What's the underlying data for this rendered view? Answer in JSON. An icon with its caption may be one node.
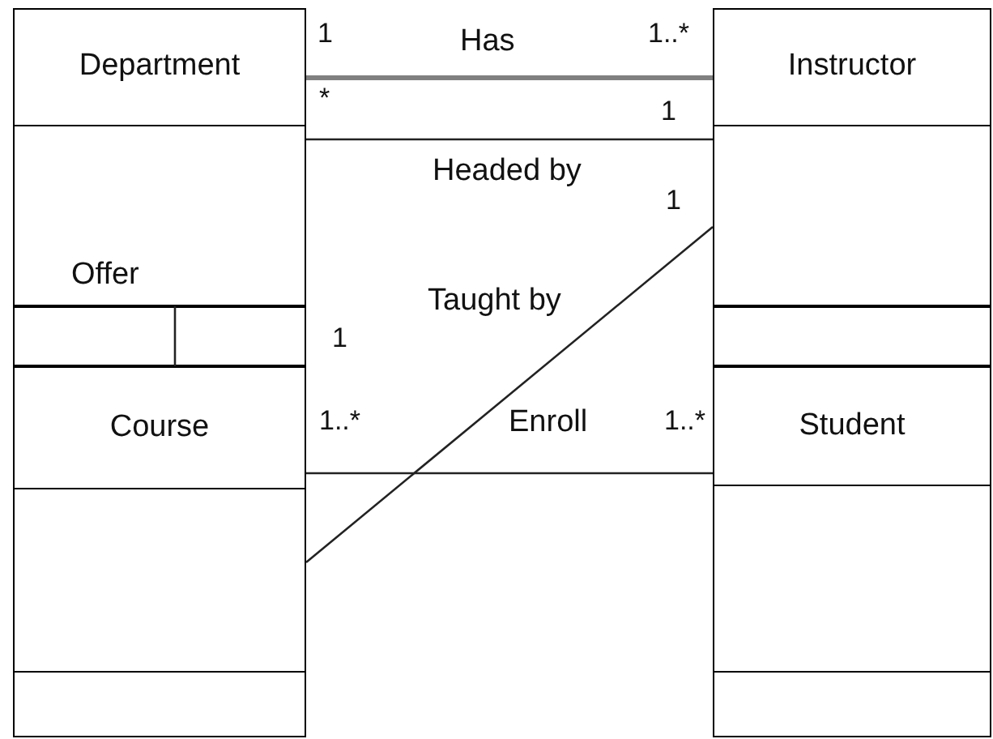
{
  "diagram": {
    "nodes": [
      {
        "text": [
          "Department"
        ]
      },
      {
        "text": [
          "Instructor"
        ]
      },
      {
        "text": [
          "Course"
        ]
      },
      {
        "text": [
          "Student"
        ]
      }
    ],
    "edges": [
      {
        "from": 0,
        "to": 1,
        "arrow": "none",
        "label": "Has",
        "style": "thick",
        "color": "#808080"
      },
      {
        "from": 0,
        "to": 1,
        "arrow": "none",
        "label": "Headed by"
      },
      {
        "from": 0,
        "to": 2,
        "arrow": "none",
        "label": "Offer"
      },
      {
        "from": 2,
        "to": 1,
        "arrow": "none",
        "label": "Taught by"
      },
      {
        "from": 2,
        "to": 3,
        "arrow": "none",
        "label": "Enroll"
      }
    ],
    "labels": [
      "1",
      "1..*",
      "*",
      "1",
      "1",
      "1",
      "1..*",
      "1..*"
    ]
  }
}
